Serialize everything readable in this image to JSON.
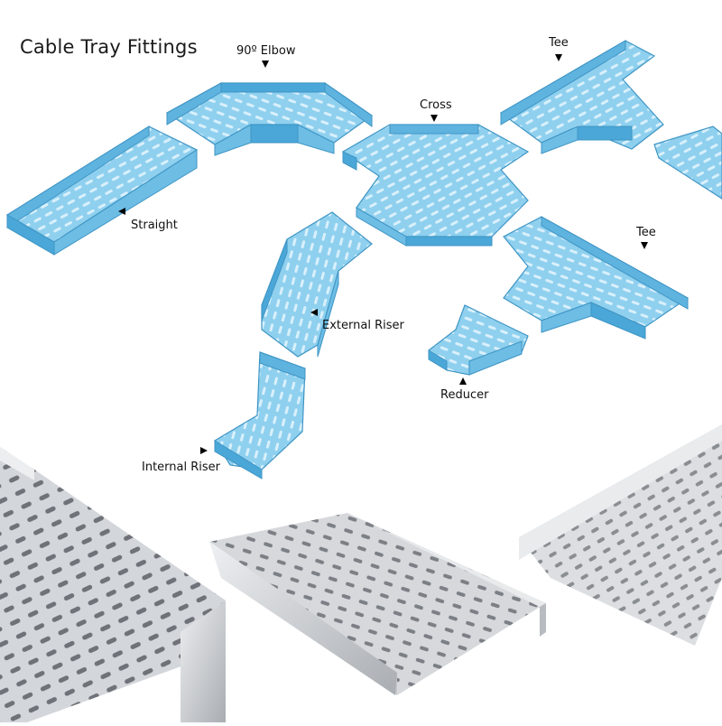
{
  "title": "Cable Tray Fittings",
  "labels": {
    "elbow": "90º Elbow",
    "tee_top": "Tee",
    "cross": "Cross",
    "straight": "Straight",
    "tee_right": "Tee",
    "external_riser": "External Riser",
    "reducer": "Reducer",
    "internal_riser": "Internal Riser"
  },
  "colors": {
    "tray_blue": "#7cc6ea",
    "tray_blue_dark": "#3f95c4",
    "tray_blue_light": "#b9e2f5",
    "steel": "#c9ccd0",
    "steel_dark": "#8d9096",
    "steel_light": "#e7e9ec"
  }
}
